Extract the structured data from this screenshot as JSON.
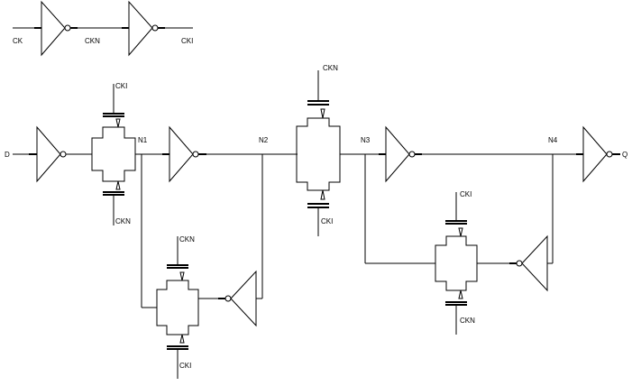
{
  "labels": {
    "ck": "CK",
    "ckn_top": "CKN",
    "cki_top": "CKI",
    "d": "D",
    "n1": "N1",
    "n2": "N2",
    "n3": "N3",
    "n4": "N4",
    "q": "Q",
    "tg1_top": "CKI",
    "tg1_bottom": "CKN",
    "tg2_top": "CKN",
    "tg2_bottom": "CKI",
    "tg3_top": "CKN",
    "tg3_bottom": "CKI",
    "tg4_top": "CKI",
    "tg4_bottom": "CKN"
  }
}
